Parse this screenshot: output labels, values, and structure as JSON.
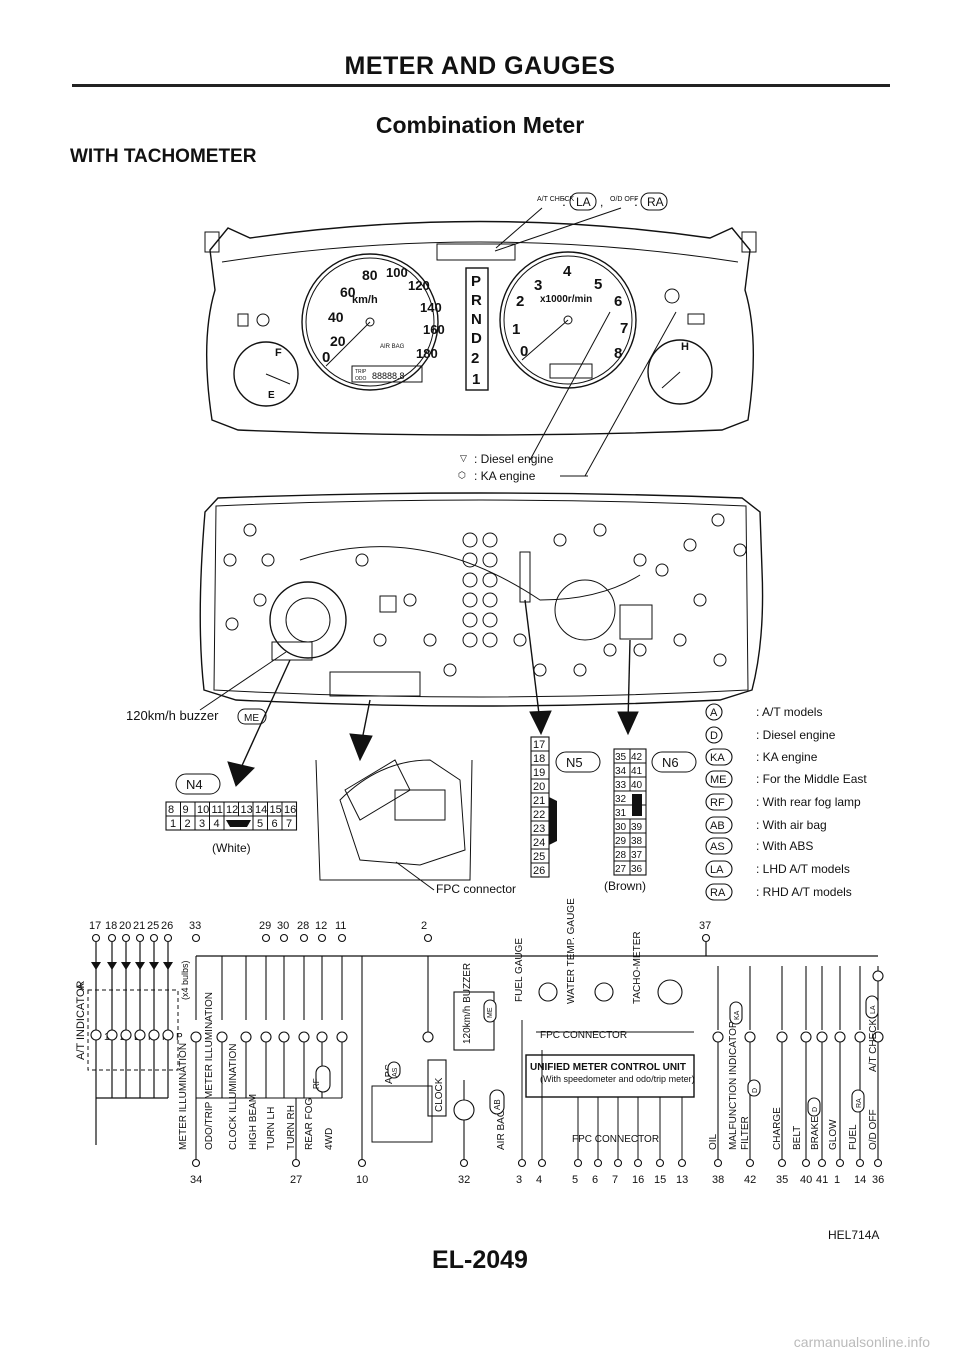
{
  "header": {
    "section": "METER AND GAUGES",
    "title": "Combination Meter",
    "subtitle": "WITH TACHOMETER"
  },
  "callouts": {
    "at_check": "A/T CHECK",
    "la": "LA",
    "od_off": "O/D OFF",
    "ra": "RA",
    "diesel": ": Diesel engine",
    "ka": ": KA engine",
    "buzzer": "120km/h buzzer",
    "me": "ME",
    "fpc": "FPC connector",
    "n4": "N4",
    "white": "(White)",
    "n5": "N5",
    "n6": "N6",
    "brown": "(Brown)"
  },
  "meter": {
    "speed_ticks": [
      "0",
      "20",
      "40",
      "60",
      "80",
      "100",
      "120",
      "140",
      "160",
      "180"
    ],
    "speed_unit": "km/h",
    "airbag": "AIR BAG",
    "trip": "TRIP",
    "odo": "ODO",
    "odo_value": "88888.8",
    "prnd": [
      "P",
      "R",
      "N",
      "D",
      "2",
      "1"
    ],
    "rpm_ticks": [
      "0",
      "1",
      "2",
      "3",
      "4",
      "5",
      "6",
      "7",
      "8"
    ],
    "rpm_unit": "x1000r/min",
    "fuel_f": "F",
    "fuel_e": "E",
    "temp_h": "H"
  },
  "n4_top": [
    "8",
    "9",
    "10",
    "11",
    "12",
    "13",
    "14",
    "15",
    "16"
  ],
  "n4_bottom": [
    "1",
    "2",
    "3",
    "4",
    "",
    "5",
    "6",
    "7"
  ],
  "n5_pins": [
    "17",
    "18",
    "19",
    "20",
    "21",
    "22",
    "23",
    "24",
    "25",
    "26"
  ],
  "n6_left": [
    "35",
    "34",
    "33",
    "32",
    "31",
    "30",
    "29",
    "28",
    "27"
  ],
  "n6_right": [
    "42",
    "41",
    "40",
    "",
    "",
    "39",
    "38",
    "37",
    "36"
  ],
  "legend": [
    {
      "code": "A",
      "text": ": A/T models"
    },
    {
      "code": "D",
      "text": ": Diesel engine"
    },
    {
      "code": "KA",
      "text": ": KA engine"
    },
    {
      "code": "ME",
      "text": ": For the Middle East"
    },
    {
      "code": "RF",
      "text": ": With rear fog lamp"
    },
    {
      "code": "AB",
      "text": ": With air bag"
    },
    {
      "code": "AS",
      "text": ": With ABS"
    },
    {
      "code": "LA",
      "text": ": LHD A/T models"
    },
    {
      "code": "RA",
      "text": ": RHD A/T models"
    }
  ],
  "schematic": {
    "top_pins": [
      "17",
      "18",
      "20",
      "21",
      "25",
      "26",
      "33",
      "29",
      "30",
      "28",
      "12",
      "11",
      "2",
      "37"
    ],
    "bottom_pins": [
      "34",
      "27",
      "10",
      "32",
      "3",
      "4",
      "5",
      "6",
      "7",
      "16",
      "15",
      "13",
      "38",
      "42",
      "35",
      "40",
      "41",
      "1",
      "14",
      "36"
    ],
    "bulbs": "(x4 bulbs)",
    "at_indicator": "A/T INDICATOR",
    "at_code": "A",
    "gears": [
      "1",
      "2",
      "D",
      "N",
      "R",
      "P"
    ],
    "labels_left": [
      "METER ILLUMINATION",
      "ODO/TRIP METER ILLUMINATION",
      "CLOCK ILLUMINATION",
      "HIGH BEAM",
      "TURN LH",
      "TURN RH",
      "REAR FOG",
      "4WD"
    ],
    "rf": "RF",
    "abs": "ABS",
    "as": "AS",
    "clock": "CLOCK",
    "buzzer": "120km/h BUZZER",
    "buzzer_code": "ME",
    "airbag": "AIR BAG",
    "ab": "AB",
    "gauges": [
      "FUEL GAUGE",
      "WATER TEMP. GAUGE",
      "TACHO-METER"
    ],
    "fpc1": "FPC CONNECTOR",
    "unit_title": "UNIFIED METER CONTROL UNIT",
    "unit_sub": "(With speedometer and odo/trip meter)",
    "fpc2": "FPC CONNECTOR",
    "labels_right": [
      "OIL",
      "MALFUNCTION INDICATOR",
      "FILTER",
      "CHARGE",
      "BELT",
      "BRAKE",
      "GLOW",
      "FUEL",
      "O/D OFF",
      "A/T CHECK"
    ],
    "ka": "KA",
    "d": "D",
    "ra": "RA",
    "la": "LA"
  },
  "figure_id": "HEL714A",
  "page_number": "EL-2049",
  "watermark": "carmanualsonline.info"
}
